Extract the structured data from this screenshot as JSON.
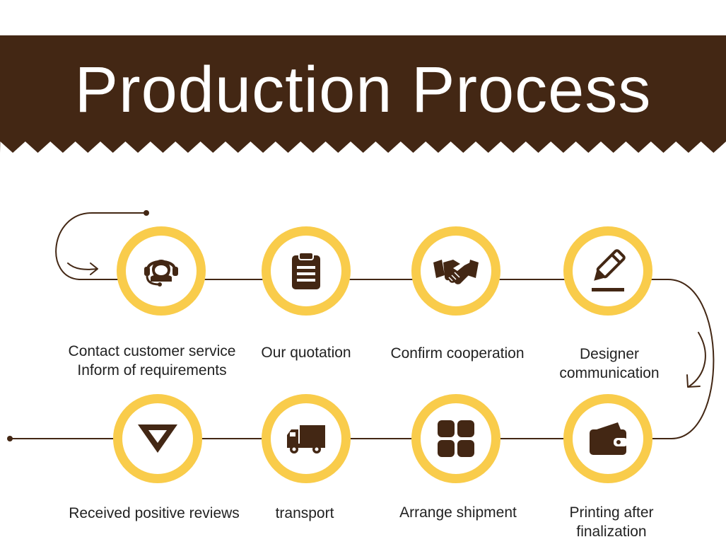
{
  "title": "Production Process",
  "colors": {
    "banner": "#432714",
    "ring": "#F9CC4B",
    "icon": "#432714",
    "line": "#432714"
  },
  "steps": [
    {
      "icon": "headset-icon",
      "lines": [
        "Contact customer service",
        "Inform of requirements"
      ]
    },
    {
      "icon": "clipboard-icon",
      "lines": [
        "Our quotation"
      ]
    },
    {
      "icon": "handshake-icon",
      "lines": [
        "Confirm cooperation"
      ]
    },
    {
      "icon": "pen-icon",
      "lines": [
        "Designer",
        "communication"
      ]
    },
    {
      "icon": "wallet-icon",
      "lines": [
        "Printing after",
        "finalization"
      ]
    },
    {
      "icon": "grid-icon",
      "lines": [
        "Arrange shipment"
      ]
    },
    {
      "icon": "truck-icon",
      "lines": [
        "transport"
      ]
    },
    {
      "icon": "diamond-icon",
      "lines": [
        "Received positive reviews"
      ]
    }
  ]
}
